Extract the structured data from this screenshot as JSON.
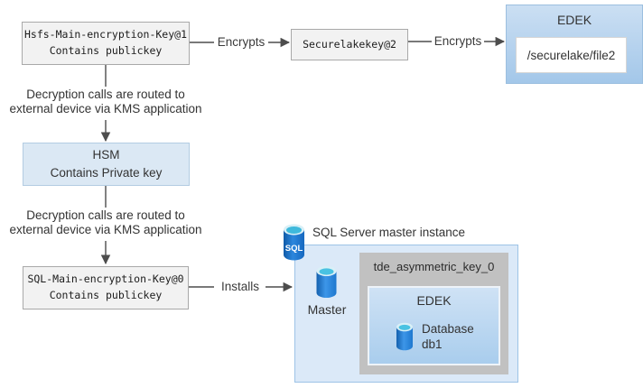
{
  "colors": {
    "key_box_fill": "#f2f2f2",
    "key_box_border": "#a9a9a9",
    "hsm_fill": "#dbe8f4",
    "edek_gradient_top": "#cbdff3",
    "edek_gradient_bottom": "#a3c7e9",
    "instance_fill": "#dbe9f8",
    "instance_border": "#9dc3e6",
    "tde_fill": "#c1c1c1",
    "db_icon_blue": "#2f8fe0",
    "db_icon_cyan": "#49c2e2",
    "connector": "#4d4d4d"
  },
  "nodes": {
    "hdfs_key": {
      "line1": "Hsfs-Main-encryption-Key@1",
      "line2": "Contains publickey"
    },
    "securelake_key": {
      "label": "Securelakekey@2"
    },
    "edek_file": {
      "title": "EDEK",
      "file_path": "/securelake/file2"
    },
    "hsm": {
      "line1": "HSM",
      "line2": "Contains Private key"
    },
    "sql_key": {
      "line1": "SQL-Main-encryption-Key@0",
      "line2": "Contains publickey"
    },
    "sql_instance": {
      "icon_text": "SQL",
      "title": "SQL Server master instance",
      "master_label": "Master",
      "tde_key_title": "tde_asymmetric_key_0",
      "edek_title": "EDEK",
      "database_line1": "Database",
      "database_line2": "db1"
    }
  },
  "edges": {
    "encrypts_1": {
      "label": "Encrypts"
    },
    "encrypts_2": {
      "label": "Encrypts"
    },
    "installs": {
      "label": "Installs"
    },
    "kms_note_1": {
      "line1": "Decryption calls are routed to",
      "line2": "external device via KMS application"
    },
    "kms_note_2": {
      "line1": "Decryption calls are routed to",
      "line2": "external device via KMS application"
    }
  }
}
